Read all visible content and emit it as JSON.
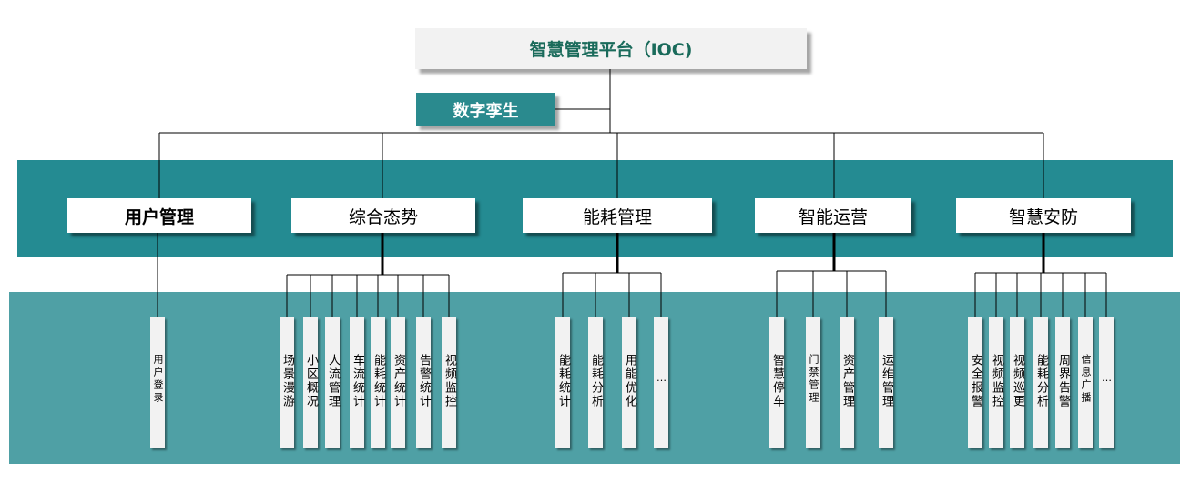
{
  "title": "智慧管理平台（IOC)",
  "twin_label": "数字孪生",
  "colors": {
    "title_text": "#1a6b5b",
    "twin_bg": "#2a8a8e",
    "twin_text": "#ffffff",
    "band_top": "#248b92",
    "band_bottom": "#4fa0a5",
    "leaf_bg": "#f2f2f2",
    "line": "#000000"
  },
  "categories": [
    {
      "label": "用户管理",
      "children": [
        "用户登录"
      ]
    },
    {
      "label": "综合态势",
      "children": [
        "场景漫游",
        "小区概况",
        "人流管理",
        "车流统计",
        "能耗统计",
        "资产统计",
        "告警统计",
        "视频监控"
      ]
    },
    {
      "label": "能耗管理",
      "children": [
        "能耗统计",
        "能耗分析",
        "用能优化",
        "…"
      ]
    },
    {
      "label": "智能运营",
      "children": [
        "智慧停车",
        "门禁管理",
        "资产管理",
        "运维管理"
      ]
    },
    {
      "label": "智慧安防",
      "children": [
        "安全报警",
        "视频监控",
        "视频巡更",
        "能耗分析",
        "周界告警",
        "信息广播",
        "…"
      ]
    }
  ]
}
